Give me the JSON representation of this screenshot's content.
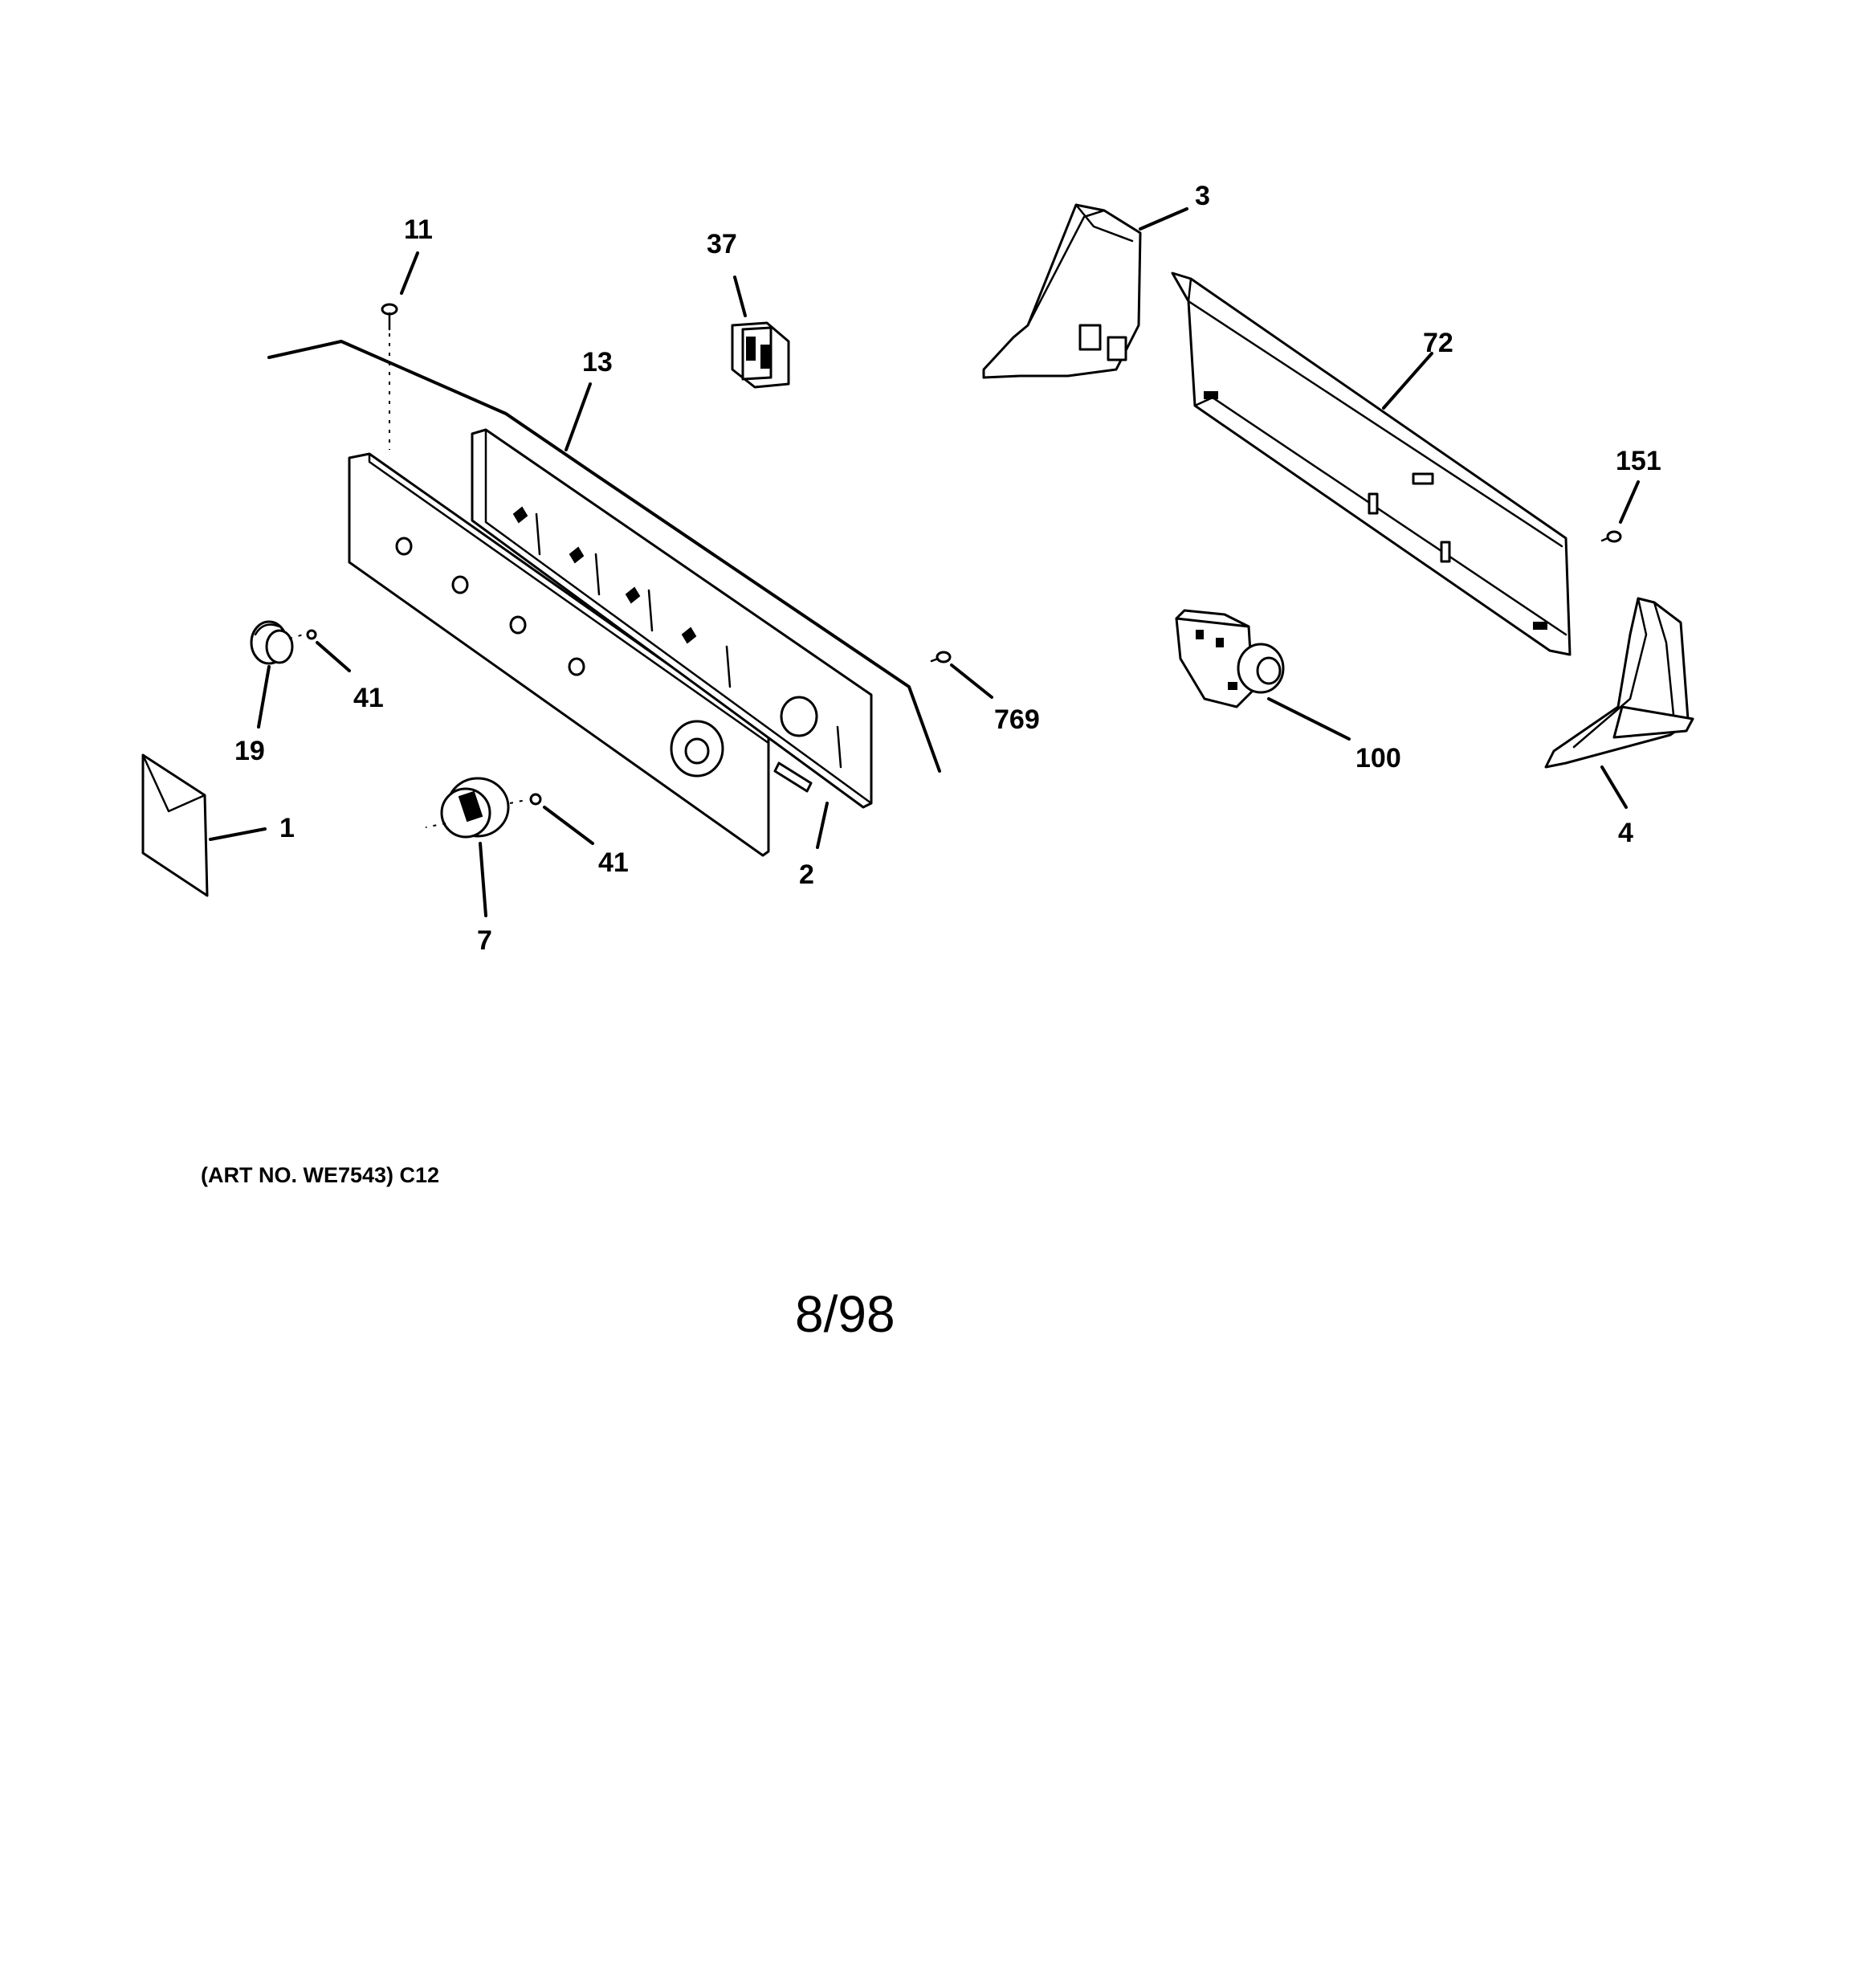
{
  "diagram": {
    "callouts": {
      "c1": "1",
      "c2": "2",
      "c3": "3",
      "c4": "4",
      "c7": "7",
      "c11": "11",
      "c13": "13",
      "c19": "19",
      "c37": "37",
      "c41a": "41",
      "c41b": "41",
      "c72": "72",
      "c100": "100",
      "c151": "151",
      "c769": "769"
    },
    "art_no": "(ART NO. WE7543) C12",
    "date_code": "8/98"
  }
}
